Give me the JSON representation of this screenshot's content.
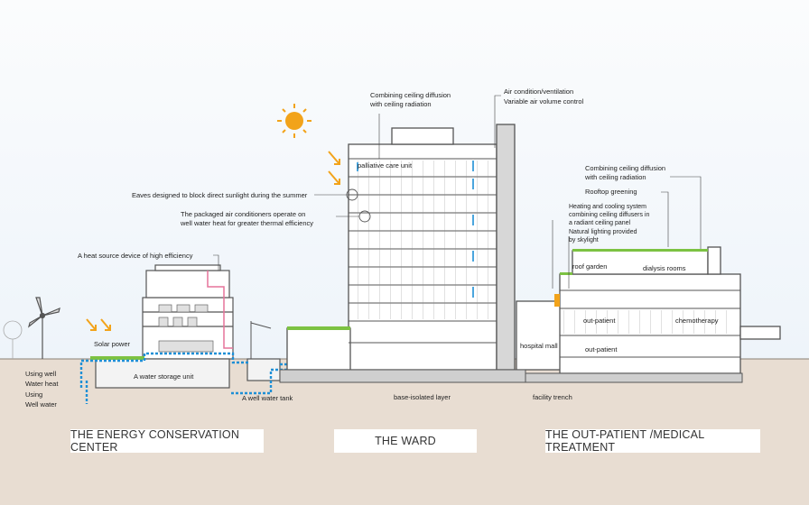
{
  "labels": {
    "ward_ceiling_diffusion": [
      "Combining ceiling diffusion",
      "with ceiling radiation"
    ],
    "ward_air": [
      "Air condition/ventilation",
      "Variable air volume control"
    ],
    "palliative": "palliative care unit",
    "eaves": "Eaves designed to block direct sunlight during the summer",
    "packaged_ac": [
      "The packaged air conditioners operate on",
      "well water heat for greater thermal efficiency"
    ],
    "heat_source": "A heat source device of high efficiency",
    "solar_power": "Solar power",
    "water_storage": "A water storage unit",
    "using_well_heat": [
      "Using well",
      "Water heat"
    ],
    "using_well_water": [
      "Using",
      "Well water"
    ],
    "well_tank": "A well water tank",
    "base_isolated": "base-isolated layer",
    "facility_trench": "facility trench",
    "hospital_mall": "hospital mall",
    "op_ceiling_diffusion": [
      "Combining ceiling diffusion",
      "with ceiling radiation"
    ],
    "rooftop_greening": "Rooftop greening",
    "heating_cooling": [
      "Heating and cooling system",
      "combining ceiling diffusers in",
      "a radiant ceiling panel"
    ],
    "natural_lighting": [
      "Natural lighting provided",
      "by skylight"
    ],
    "roof_garden": "roof garden",
    "dialysis": "dialysis rooms",
    "out_patient_1": "out-patient",
    "chemotherapy": "chemotherapy",
    "out_patient_2": "out-patient"
  },
  "captions": {
    "energy_center": "THE ENERGY CONSERVATION CENTER",
    "ward": "THE WARD",
    "outpatient": "THE OUT-PATIENT /MEDICAL TREATMENT"
  },
  "colors": {
    "sky": "#f2f6fb",
    "ground": "#e8ddd2",
    "water_flow": "#1e8fd6",
    "sun": "#f2a31a",
    "greening": "#7cc242",
    "pink_duct": "#e6739a",
    "structure": "#555555"
  }
}
